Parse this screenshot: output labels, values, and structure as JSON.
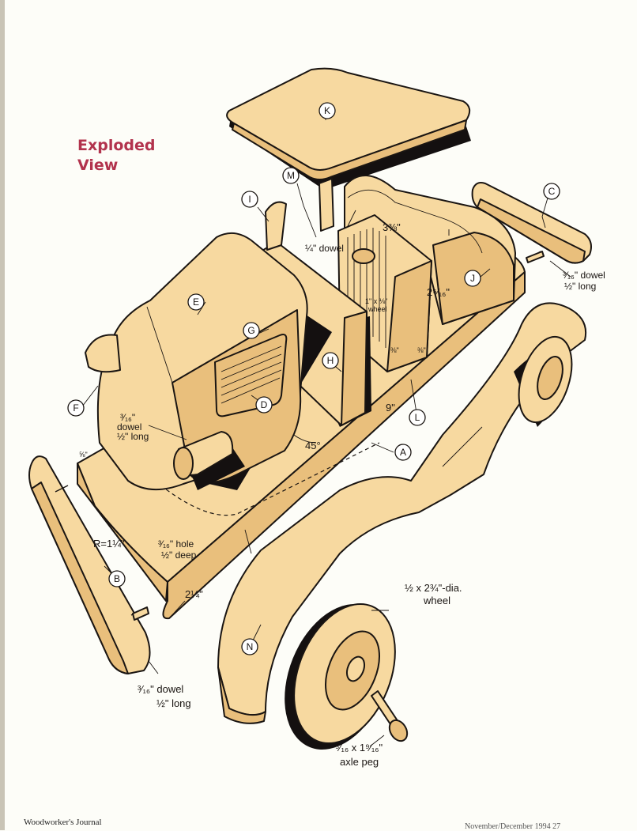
{
  "title": {
    "line1": "Exploded",
    "line2": "View"
  },
  "callouts": {
    "A": "A",
    "B": "B",
    "C": "C",
    "D": "D",
    "E": "E",
    "F": "F",
    "G": "G",
    "H": "H",
    "I": "I",
    "J": "J",
    "K": "K",
    "L": "L",
    "M": "M",
    "N": "N"
  },
  "dimensions": {
    "m_dowel": "¼\" dowel",
    "seat_width": "3⅜\"",
    "seat_depth": "2⁵⁄₁₆\"",
    "steering_wheel_1": "1\" x ⅛\"",
    "steering_wheel_2": "wheel",
    "small_a": "⅜\"",
    "small_b": "⅜\"",
    "chassis_length": "9\"",
    "angle": "45°",
    "headlight_dowel_1": "³⁄₁₆\"",
    "headlight_dowel_2": "dowel",
    "headlight_dowel_3": "½\" long",
    "front_small": "⅝\"",
    "radius": "R=1¼\"",
    "hole_1": "³⁄₁₆\" hole",
    "hole_2": "½\" deep",
    "front_width": "2¼\"",
    "bumper_dowel_1": "³⁄₁₆\" dowel",
    "bumper_dowel_2": "½\" long",
    "rear_dowel_1": "³⁄₁₆\" dowel",
    "rear_dowel_2": "½\" long",
    "wheel_1": "½ x 2¾\"-dia.",
    "wheel_2": "wheel",
    "axle_1": "⁵⁄₁₆ x 1⁹⁄₁₆\"",
    "axle_2": "axle peg"
  },
  "footer": {
    "left": "Woodworker's Journal",
    "right": "November/December 1994     27"
  },
  "colors": {
    "wood": "#f7d9a0",
    "ink": "#1a1512",
    "title": "#b2334d"
  }
}
